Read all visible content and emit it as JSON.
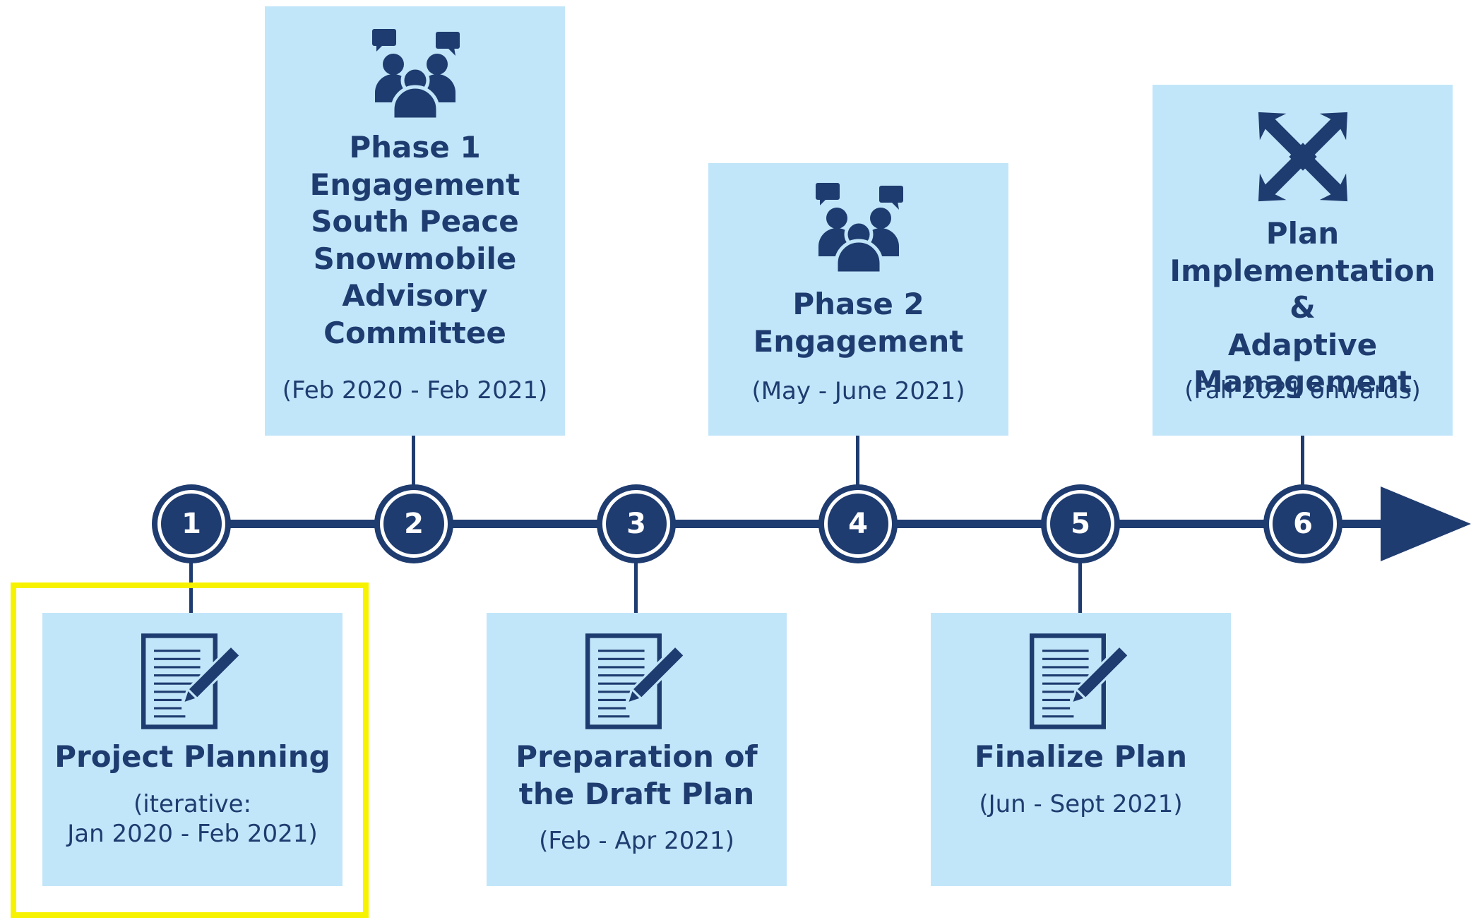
{
  "timeline": {
    "nodes": [
      "1",
      "2",
      "3",
      "4",
      "5",
      "6"
    ]
  },
  "cards": {
    "c1": {
      "title": "Project Planning",
      "subtitle": "(iterative:\nJan 2020 - Feb 2021)",
      "icon": "document-edit-icon"
    },
    "c2": {
      "title": "Phase 1\nEngagement\nSouth Peace\nSnowmobile\nAdvisory\nCommittee",
      "subtitle": "(Feb 2020 - Feb 2021)",
      "icon": "people-discussion-icon"
    },
    "c3": {
      "title": "Preparation of\nthe Draft Plan",
      "subtitle": "(Feb - Apr 2021)",
      "icon": "document-edit-icon"
    },
    "c4": {
      "title": "Phase 2\nEngagement",
      "subtitle": "(May - June 2021)",
      "icon": "people-discussion-icon"
    },
    "c5": {
      "title": "Finalize Plan",
      "subtitle": "(Jun - Sept 2021)",
      "icon": "document-edit-icon"
    },
    "c6": {
      "title": "Plan\nImplementation &\nAdaptive\nManagement",
      "subtitle": "(Fall 2021 onwards)",
      "icon": "expand-arrows-icon"
    }
  },
  "colors": {
    "card_background": "#c2e6f9",
    "primary": "#1f3c70",
    "highlight": "#f7f200"
  }
}
